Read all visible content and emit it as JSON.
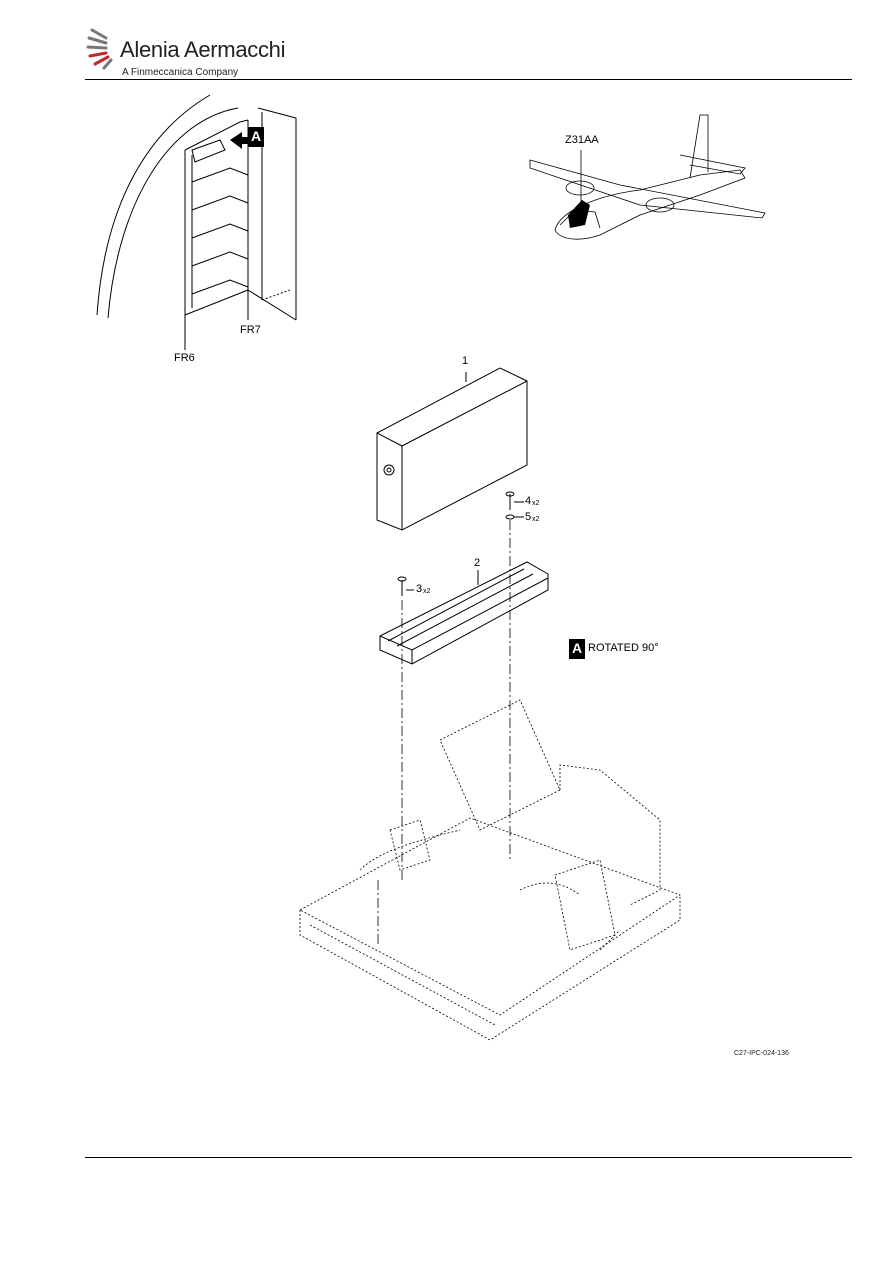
{
  "header": {
    "brand_name": "Alenia Aermacchi",
    "tagline": "A Finmeccanica Company"
  },
  "inset_cabinet": {
    "frame_left": "FR6",
    "frame_right": "FR7",
    "view_marker": "A"
  },
  "aircraft_locator": {
    "zone": "Z31AA"
  },
  "main_view": {
    "view_marker": "A",
    "view_note": "ROTATED 90°",
    "items": [
      {
        "num": "1",
        "qty": ""
      },
      {
        "num": "2",
        "qty": ""
      },
      {
        "num": "3",
        "qty": "x2"
      },
      {
        "num": "4",
        "qty": "x2"
      },
      {
        "num": "5",
        "qty": "x2"
      }
    ]
  },
  "document_ref": "C27-IPC-024-136"
}
